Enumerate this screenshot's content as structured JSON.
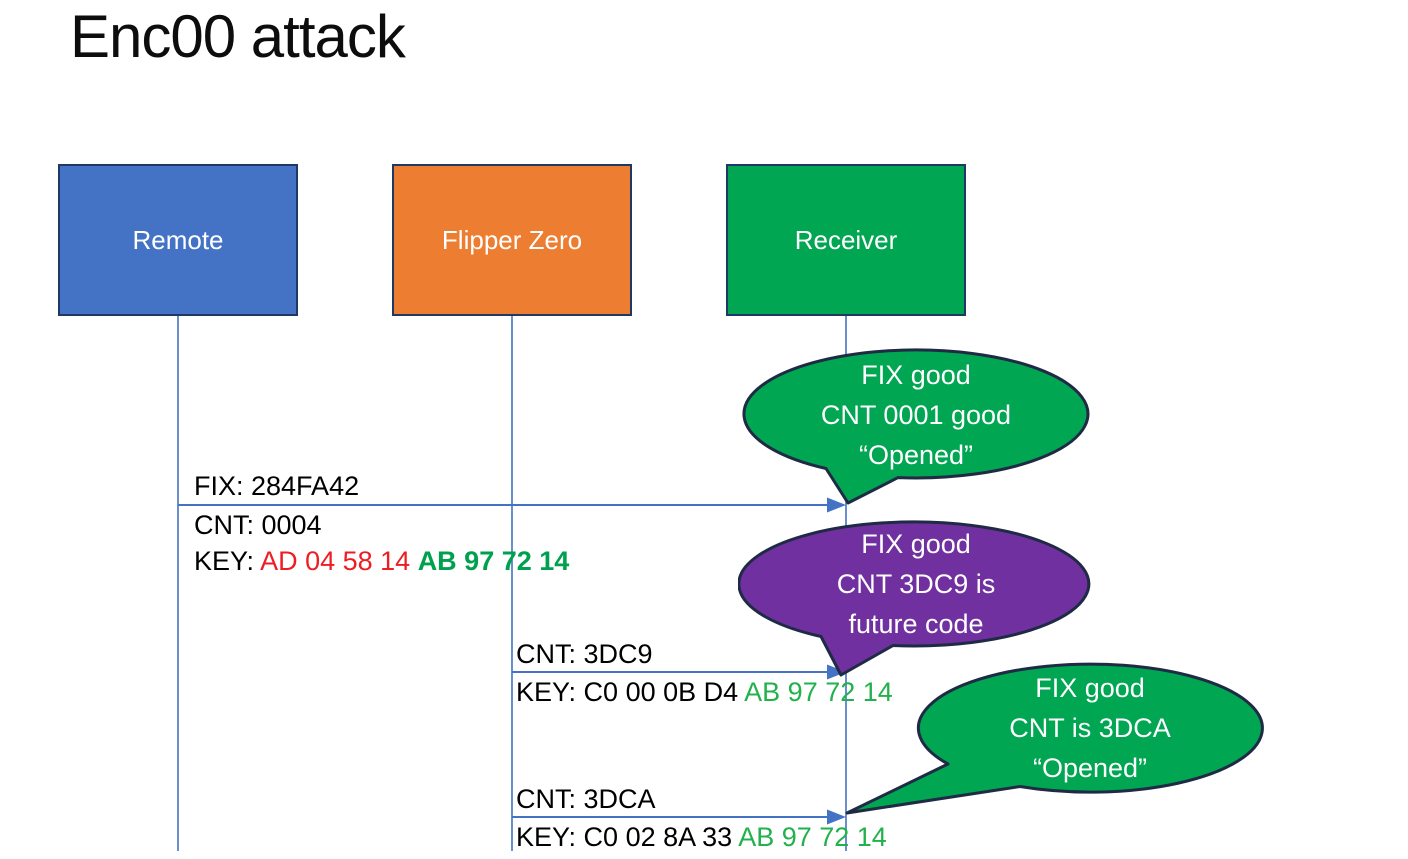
{
  "slide": {
    "title": "Enc00 attack"
  },
  "actors": [
    {
      "label": "Remote",
      "fill": "#4472C4"
    },
    {
      "label": "Flipper Zero",
      "fill": "#ED7D31"
    },
    {
      "label": "Receiver",
      "fill": "#00A651"
    }
  ],
  "messages": [
    {
      "fix": "FIX: 284FA42",
      "cnt": "CNT: 0004",
      "key_label": "KEY: ",
      "key_red": "AD 04 58 14 ",
      "key_green_bold": "AB 97 72 14"
    },
    {
      "cnt": "CNT: 3DC9",
      "key_label": "KEY: ",
      "key_black": "C0 00 0B D4 ",
      "key_green": "AB 97 72 14"
    },
    {
      "cnt": "CNT: 3DCA",
      "key_label": "KEY: ",
      "key_black": "C0 02 8A 33 ",
      "key_green": "AB 97 72 14"
    }
  ],
  "callouts": [
    {
      "line1": "FIX good",
      "line2": "CNT 0001 good",
      "line3": "“Opened”",
      "fill": "#00A651"
    },
    {
      "line1": "FIX good",
      "line2": "CNT 3DC9 is",
      "line3": "future code",
      "fill": "#7030A0"
    },
    {
      "line1": "FIX good",
      "line2": "CNT is 3DCA",
      "line3": "“Opened”",
      "fill": "#00A651"
    }
  ],
  "colors": {
    "actor_border": "#1F3864",
    "callout_border": "#1F2A44",
    "line_blue": "#4472C4",
    "key_red": "#EE1D23",
    "key_green_bold": "#00A14E",
    "key_green": "#22B14C",
    "title_text": "#0D0D0D"
  }
}
